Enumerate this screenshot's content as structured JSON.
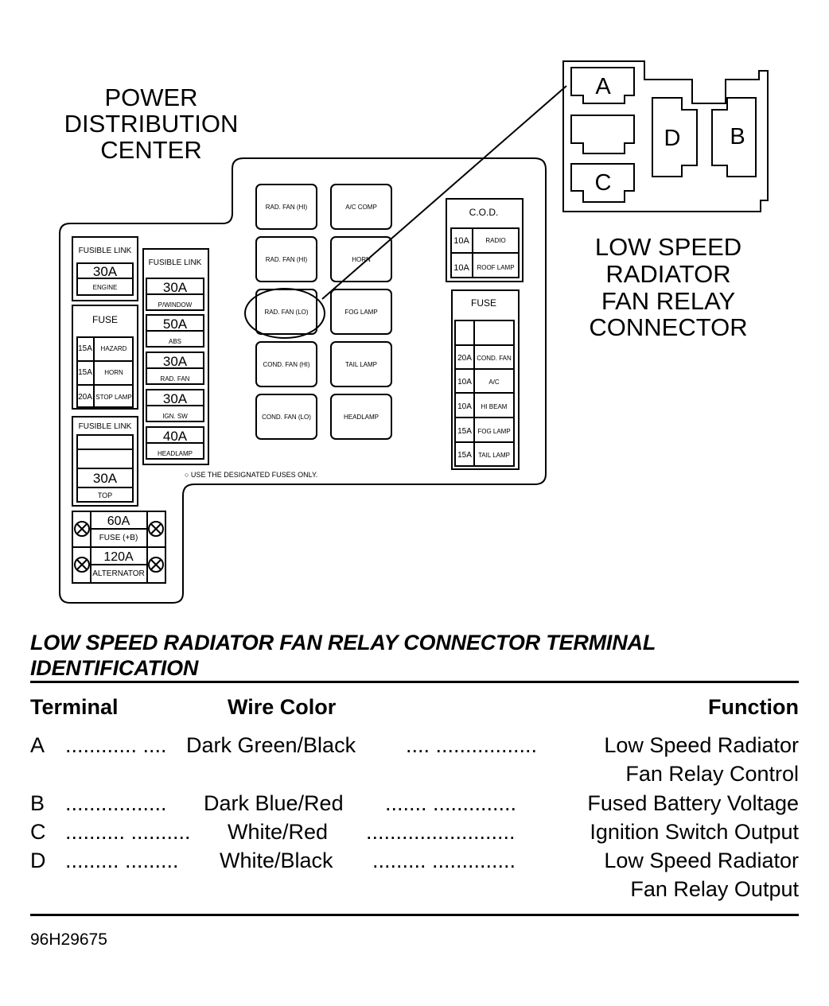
{
  "diagram": {
    "pdc_title": [
      "POWER",
      "DISTRIBUTION",
      "CENTER"
    ],
    "relay_title": [
      "LOW SPEED",
      "RADIATOR",
      "FAN RELAY",
      "CONNECTOR"
    ],
    "connector_pins": [
      "A",
      "D",
      "B",
      "C"
    ],
    "designated_note": "○ USE THE DESIGNATED FUSES ONLY.",
    "left_col": {
      "fusible_link_1": {
        "header": "FUSIBLE LINK",
        "rating": "30A",
        "label": "ENGINE"
      },
      "fuse_group": {
        "header": "FUSE",
        "rows": [
          {
            "rating": "15A",
            "label": "HAZARD"
          },
          {
            "rating": "15A",
            "label": "HORN"
          },
          {
            "rating": "20A",
            "label": "STOP LAMP"
          }
        ]
      },
      "fusible_link_2": {
        "header": "FUSIBLE LINK",
        "rating": "30A",
        "label": "TOP"
      },
      "big_fuses": [
        {
          "rating": "60A",
          "label": "FUSE (+B)"
        },
        {
          "rating": "120A",
          "label": "ALTERNATOR"
        }
      ]
    },
    "second_col": {
      "header": "FUSIBLE LINK",
      "items": [
        {
          "rating": "30A",
          "label": "P/WINDOW"
        },
        {
          "rating": "50A",
          "label": "ABS"
        },
        {
          "rating": "30A",
          "label": "RAD. FAN"
        },
        {
          "rating": "30A",
          "label": "IGN. SW"
        },
        {
          "rating": "40A",
          "label": "HEADLAMP"
        }
      ]
    },
    "relays": [
      "RAD. FAN (HI)",
      "A/C COMP",
      "RAD. FAN (HI)",
      "HORN",
      "RAD. FAN (LO)",
      "FOG LAMP",
      "COND. FAN (HI)",
      "TAIL LAMP",
      "COND. FAN (LO)",
      "HEADLAMP"
    ],
    "cod": {
      "header": "C.O.D.",
      "rows": [
        {
          "rating": "10A",
          "label": "RADIO"
        },
        {
          "rating": "10A",
          "label": "ROOF LAMP"
        }
      ]
    },
    "right_fuse": {
      "header": "FUSE",
      "rows": [
        {
          "rating": "20A",
          "label": "COND. FAN"
        },
        {
          "rating": "10A",
          "label": "A/C"
        },
        {
          "rating": "10A",
          "label": "HI BEAM"
        },
        {
          "rating": "15A",
          "label": "FOG LAMP"
        },
        {
          "rating": "15A",
          "label": "TAIL LAMP"
        }
      ]
    }
  },
  "table": {
    "title": [
      "LOW SPEED RADIATOR FAN RELAY CONNECTOR TERMINAL",
      "IDENTIFICATION"
    ],
    "headers": {
      "terminal": "Terminal",
      "wire_color": "Wire Color",
      "function": "Function"
    },
    "rows": [
      {
        "terminal": "A",
        "dots1": "............ ....",
        "wire": "Dark Green/Black",
        "dots2": ".... .................",
        "function": "Low Speed Radiator"
      },
      {
        "terminal": "",
        "dots1": "",
        "wire": "",
        "dots2": "",
        "function": "Fan Relay Control"
      },
      {
        "terminal": "B",
        "dots1": ".................",
        "wire": "Dark Blue/Red",
        "dots2": "....... ..............",
        "function": "Fused Battery Voltage"
      },
      {
        "terminal": "C",
        "dots1": ".......... ..........",
        "wire": "White/Red",
        "dots2": ".........................",
        "function": "Ignition Switch Output"
      },
      {
        "terminal": "D",
        "dots1": "......... .........",
        "wire": "White/Black",
        "dots2": "......... ..............",
        "function": "Low Speed Radiator"
      },
      {
        "terminal": "",
        "dots1": "",
        "wire": "",
        "dots2": "",
        "function": "Fan Relay Output"
      }
    ]
  },
  "figure_id": "96H29675"
}
